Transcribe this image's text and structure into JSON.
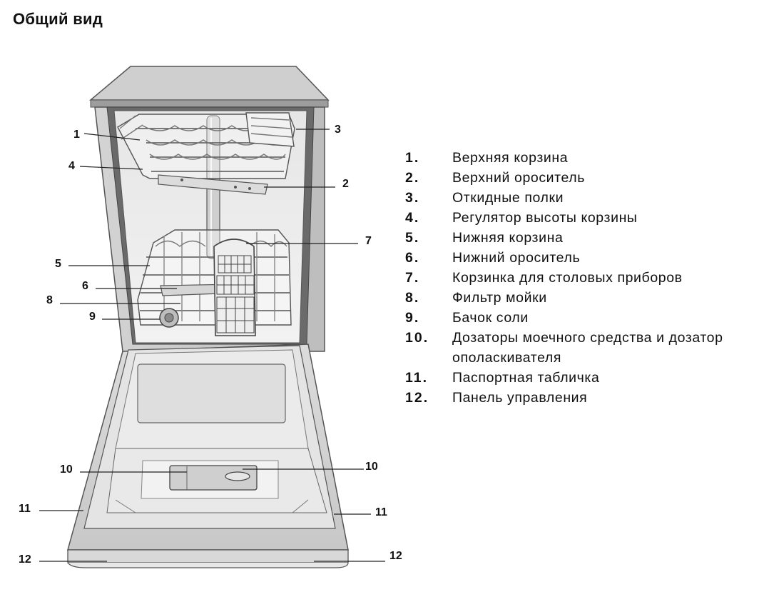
{
  "title": "Общий вид",
  "callouts": {
    "c1": "1",
    "c2": "2",
    "c3": "3",
    "c4": "4",
    "c5": "5",
    "c6": "6",
    "c7": "7",
    "c8": "8",
    "c9": "9",
    "c10_left": "10",
    "c10_right": "10",
    "c11_left": "11",
    "c11_right": "11",
    "c12_left": "12",
    "c12_right": "12"
  },
  "legend": [
    {
      "num": "1.",
      "text": "Верхняя корзина"
    },
    {
      "num": "2.",
      "text": "Верхний ороситель"
    },
    {
      "num": "3.",
      "text": "Откидные полки"
    },
    {
      "num": "4.",
      "text": "Регулятор высоты корзины"
    },
    {
      "num": "5.",
      "text": "Нижняя корзина"
    },
    {
      "num": "6.",
      "text": "Нижний ороситель"
    },
    {
      "num": "7.",
      "text": "Корзинка для столовых приборов"
    },
    {
      "num": "8.",
      "text": "Фильтр мойки"
    },
    {
      "num": "9.",
      "text": "Бачок соли"
    },
    {
      "num": "10.",
      "text": "Дозаторы моечного средства и дозатор ополаскивателя"
    },
    {
      "num": "11.",
      "text": "Паспортная табличка"
    },
    {
      "num": "12.",
      "text": "Панель управления"
    }
  ]
}
